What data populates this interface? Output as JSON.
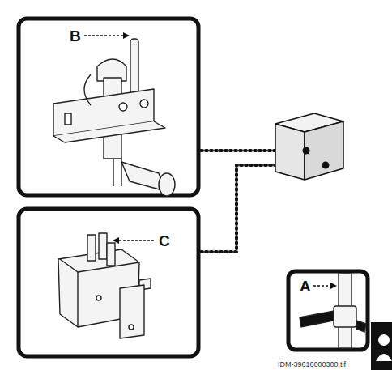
{
  "diagram": {
    "labels": [
      "B",
      "C",
      "A",
      "IDM-39616000300.tif"
    ]
  }
}
